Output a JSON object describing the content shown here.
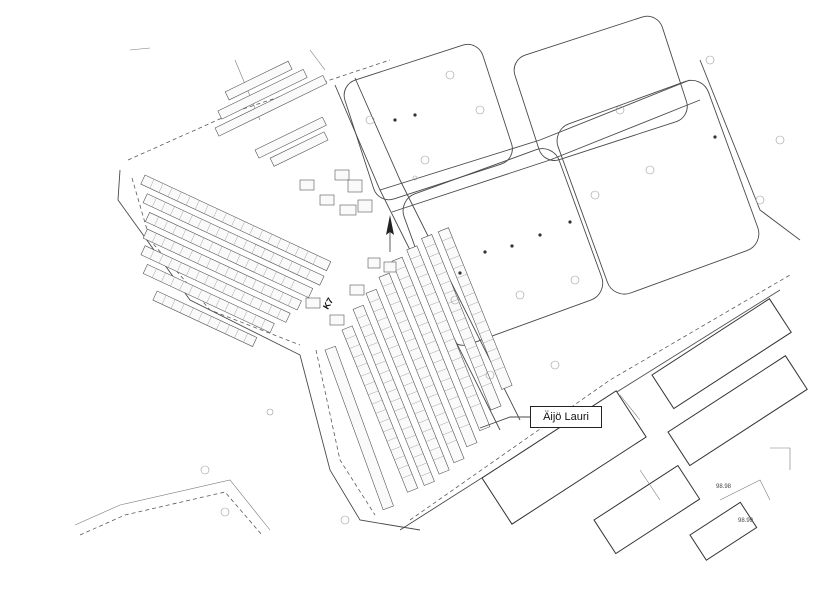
{
  "map": {
    "callout_label": "Äijö Lauri",
    "block_code": "K7",
    "level_marks": [
      "98.98",
      "98.99"
    ],
    "north_arrow_icon": "north-arrow-icon"
  }
}
